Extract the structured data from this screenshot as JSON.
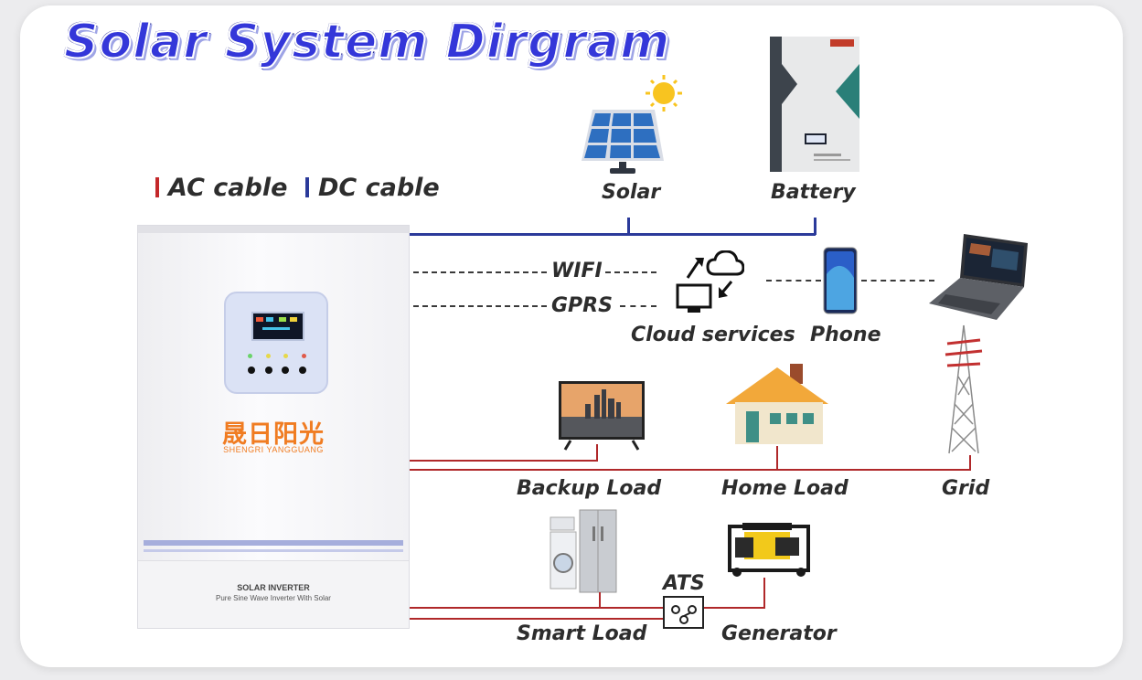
{
  "title": "Solar System  Dirgram",
  "legend": {
    "ac": "AC cable",
    "dc": "DC cable",
    "ac_color": "#b0282a",
    "dc_color": "#2b3a9a"
  },
  "nodes": {
    "solar": "Solar",
    "battery": "Battery",
    "wifi": "WIFI",
    "gprs": "GPRS",
    "cloud": "Cloud services",
    "phone": "Phone",
    "backup": "Backup Load",
    "home": "Home Load",
    "grid": "Grid",
    "smart": "Smart Load",
    "ats": "ATS",
    "generator": "Generator"
  },
  "inverter": {
    "brand_cn": "晟日阳光",
    "brand_en": "SHENGRI YANGGUANG",
    "model": "SOLAR INVERTER",
    "subtitle": "Pure Sine Wave Inverter With Solar"
  }
}
